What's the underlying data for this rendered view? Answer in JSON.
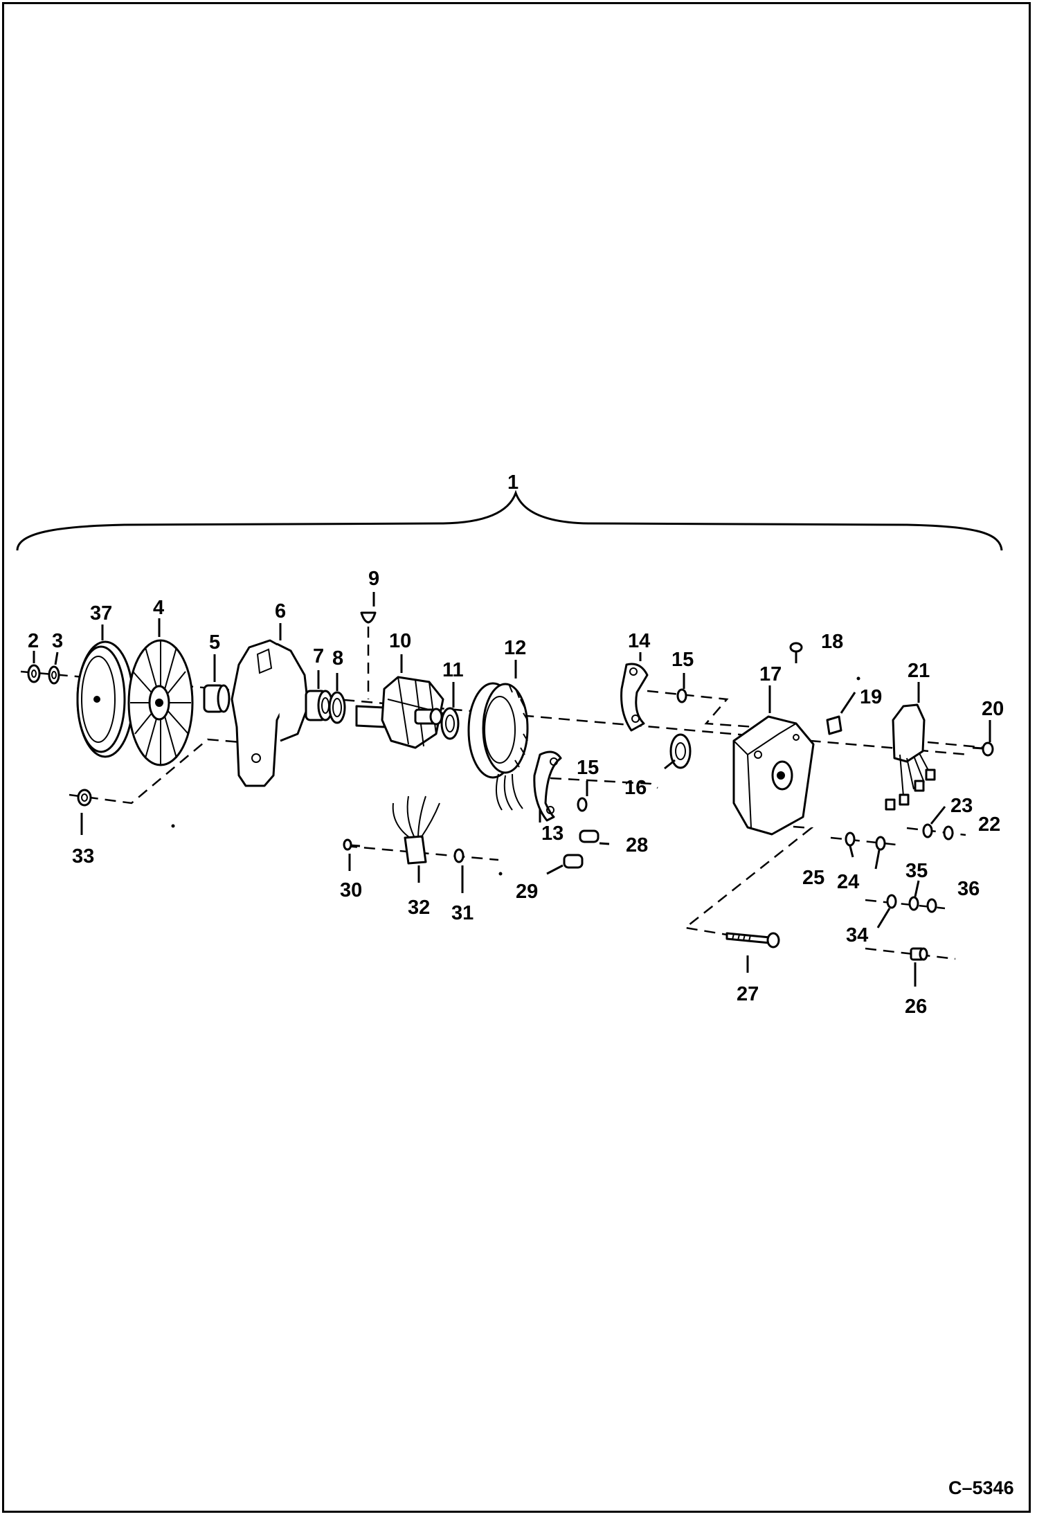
{
  "labels": {
    "l1": "1",
    "l2": "2",
    "l3": "3",
    "l4": "4",
    "l5": "5",
    "l6": "6",
    "l7": "7",
    "l8": "8",
    "l9": "9",
    "l10": "10",
    "l11": "11",
    "l12": "12",
    "l13": "13",
    "l14": "14",
    "l15a": "15",
    "l15b": "15",
    "l16": "16",
    "l17": "17",
    "l18": "18",
    "l19": "19",
    "l20": "20",
    "l21": "21",
    "l22": "22",
    "l23": "23",
    "l24": "24",
    "l25": "25",
    "l26": "26",
    "l27": "27",
    "l28": "28",
    "l29": "29",
    "l30": "30",
    "l31": "31",
    "l32": "32",
    "l33": "33",
    "l34": "34",
    "l35": "35",
    "l36": "36",
    "l37": "37"
  },
  "figure_ref": "C–5346"
}
